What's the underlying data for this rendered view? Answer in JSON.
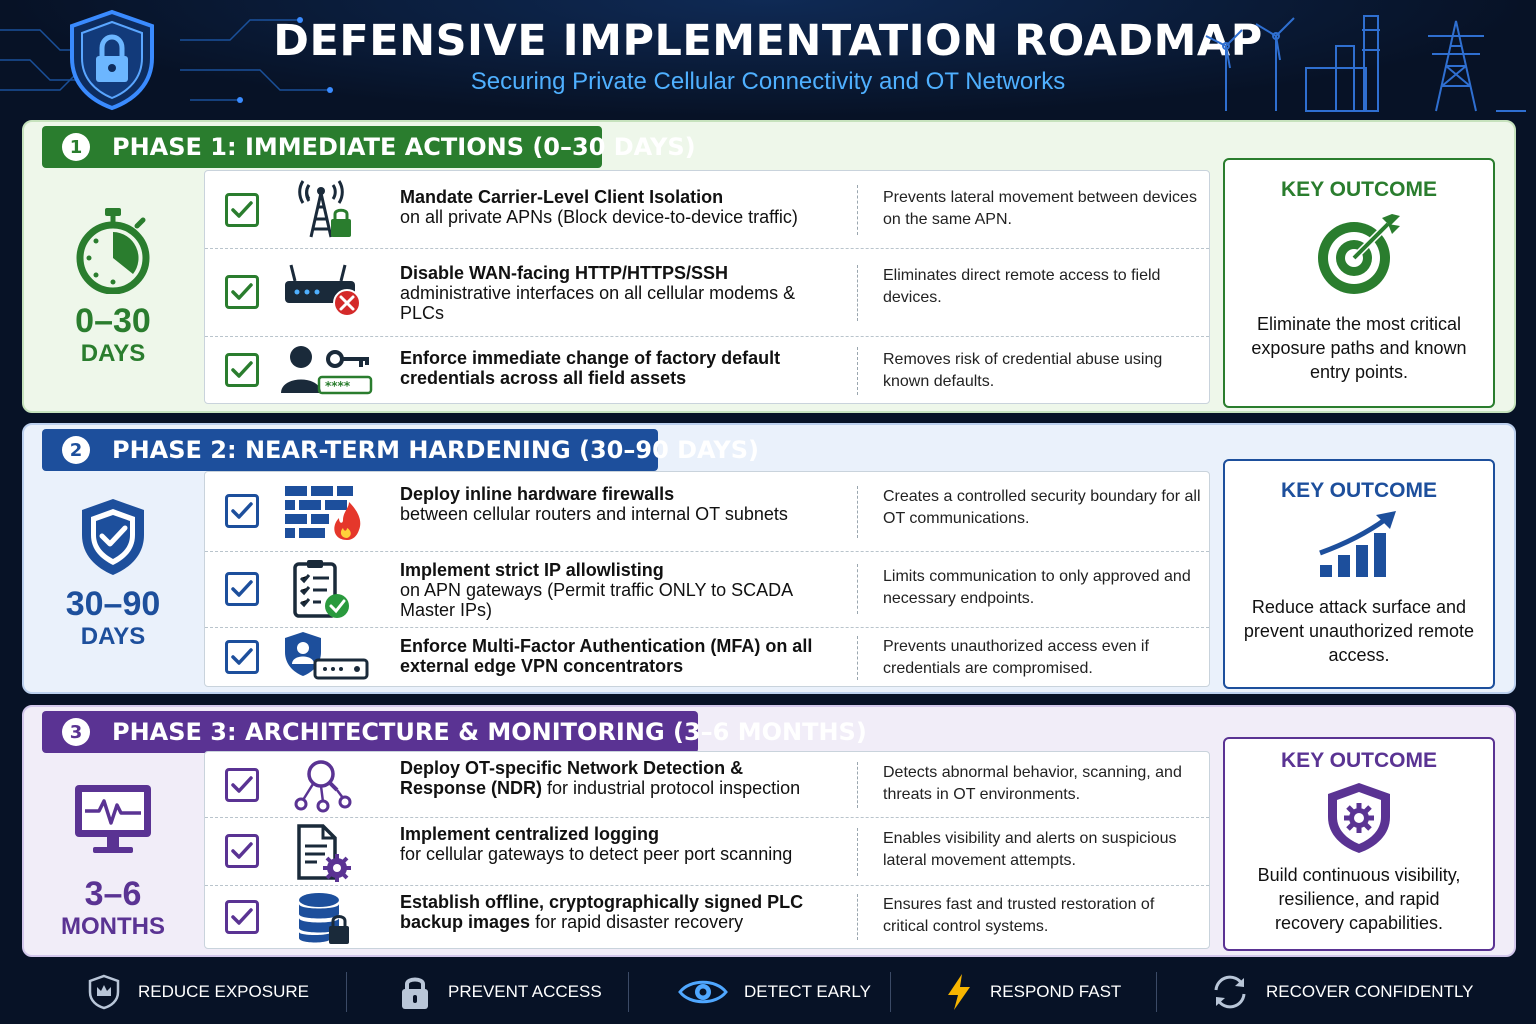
{
  "header": {
    "title": "DEFENSIVE IMPLEMENTATION ROADMAP",
    "subtitle": "Securing Private Cellular Connectivity and OT Networks"
  },
  "colors": {
    "phase1": "#2a7d2e",
    "phase2": "#1d4f9c",
    "phase3": "#5a3393",
    "background": "#071226",
    "accent": "#4fb0ff"
  },
  "phases": [
    {
      "number": "1",
      "title": "PHASE 1: IMMEDIATE ACTIONS (0–30 DAYS)",
      "timeframe_value": "0–30",
      "timeframe_unit": "DAYS",
      "side_icon": "stopwatch-icon",
      "rows": [
        {
          "icon": "cell-tower-lock-icon",
          "action_bold": "Mandate Carrier-Level Client Isolation",
          "action_rest": "on all private APNs (Block device-to-device traffic)",
          "impact": "Prevents lateral movement between devices on the same APN."
        },
        {
          "icon": "router-blocked-icon",
          "action_bold": "Disable WAN-facing HTTP/HTTPS/SSH",
          "action_rest": "administrative interfaces on all cellular modems & PLCs",
          "impact": "Eliminates direct remote access to field devices."
        },
        {
          "icon": "user-key-password-icon",
          "action_bold": "Enforce immediate change of factory default credentials across all field assets",
          "action_rest": "",
          "impact": "Removes risk of credential abuse using known defaults."
        }
      ],
      "outcome": {
        "title": "KEY OUTCOME",
        "icon": "target-icon",
        "text": "Eliminate the most critical exposure paths and known entry points."
      }
    },
    {
      "number": "2",
      "title": "PHASE 2: NEAR-TERM HARDENING (30–90 DAYS)",
      "timeframe_value": "30–90",
      "timeframe_unit": "DAYS",
      "side_icon": "shield-check-icon",
      "rows": [
        {
          "icon": "firewall-icon",
          "action_bold": "Deploy inline hardware firewalls",
          "action_rest": "between cellular routers and internal OT subnets",
          "impact": "Creates a controlled security boundary for all OT communications."
        },
        {
          "icon": "checklist-icon",
          "action_bold": "Implement strict IP allowlisting",
          "action_rest": "on APN gateways (Permit traffic ONLY to SCADA Master IPs)",
          "impact": "Limits communication to only approved and necessary endpoints."
        },
        {
          "icon": "user-shield-device-icon",
          "action_bold": "Enforce Multi-Factor Authentication (MFA) on all external edge VPN concentrators",
          "action_rest": "",
          "impact": "Prevents unauthorized access even if credentials are compromised."
        }
      ],
      "outcome": {
        "title": "KEY OUTCOME",
        "icon": "bar-chart-growth-icon",
        "text": "Reduce attack surface and prevent unauthorized remote access."
      }
    },
    {
      "number": "3",
      "title": "PHASE 3: ARCHITECTURE & MONITORING (3–6 MONTHS)",
      "timeframe_value": "3–6",
      "timeframe_unit": "MONTHS",
      "side_icon": "monitor-pulse-icon",
      "rows": [
        {
          "icon": "network-search-icon",
          "action_bold": "Deploy OT-specific Network Detection & Response (NDR)",
          "action_rest": "for industrial protocol inspection",
          "impact": "Detects abnormal behavior, scanning, and threats in OT environments."
        },
        {
          "icon": "log-document-gear-icon",
          "action_bold": "Implement centralized logging",
          "action_rest": "for cellular gateways to detect peer port scanning",
          "impact": "Enables visibility and alerts on suspicious lateral movement attempts."
        },
        {
          "icon": "database-lock-icon",
          "action_bold": "Establish offline, cryptographically signed PLC backup images",
          "action_rest": "for rapid disaster recovery",
          "impact": "Ensures fast and trusted restoration of critical control systems."
        }
      ],
      "outcome": {
        "title": "KEY OUTCOME",
        "icon": "shield-gear-icon",
        "text": "Build continuous visibility, resilience, and rapid recovery capabilities."
      }
    }
  ],
  "footer": [
    {
      "icon": "shield-crown-icon",
      "label": "REDUCE EXPOSURE"
    },
    {
      "icon": "padlock-icon",
      "label": "PREVENT ACCESS"
    },
    {
      "icon": "eye-icon",
      "label": "DETECT EARLY"
    },
    {
      "icon": "lightning-icon",
      "label": "RESPOND FAST"
    },
    {
      "icon": "refresh-icon",
      "label": "RECOVER CONFIDENTLY"
    }
  ]
}
